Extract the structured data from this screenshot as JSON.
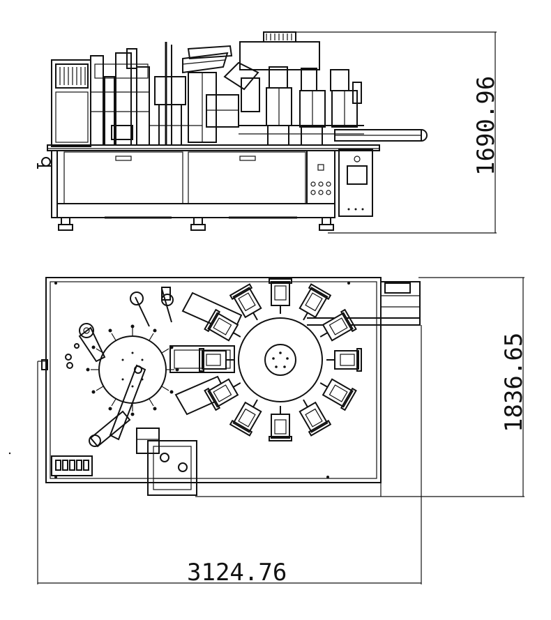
{
  "views": {
    "side_view": {
      "dimension_height": "1690.96"
    },
    "top_view": {
      "dimension_width": "3124.76",
      "dimension_depth": "1836.65"
    }
  },
  "colors": {
    "line": "#111111",
    "background": "#ffffff"
  }
}
